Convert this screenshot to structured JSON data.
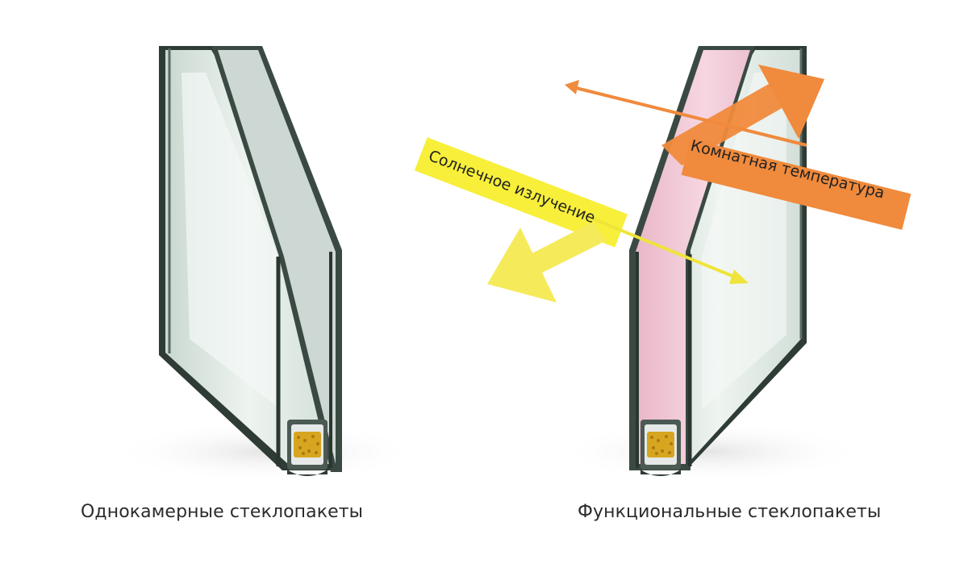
{
  "captions": {
    "left": "Однокамерные стеклопакеты",
    "right": "Функциональные стеклопакеты"
  },
  "arrows": {
    "solar_label": "Солнечное излучение",
    "room_label": "Комнатная температура"
  },
  "colors": {
    "frame": "#2f3b35",
    "glass": "#dfe9e4",
    "coating": "#f2c6d4",
    "solar": "#f5ea5a",
    "solar_band": "#f7ef3a",
    "room": "#f08a3c",
    "desiccant": "#d8a520"
  }
}
